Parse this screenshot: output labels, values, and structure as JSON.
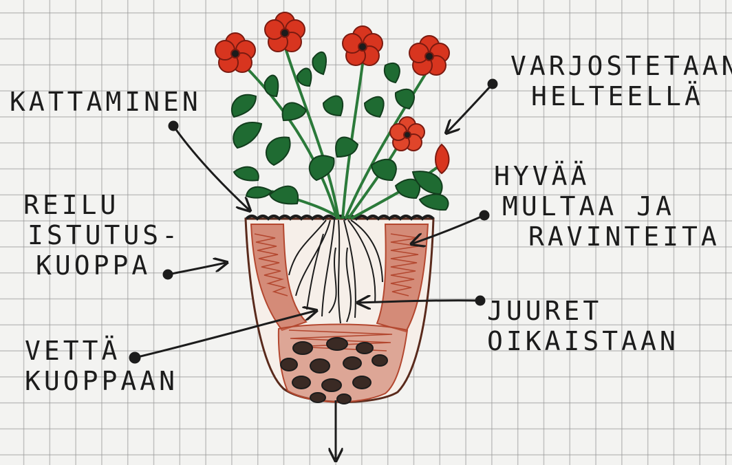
{
  "labels": {
    "covering": "KATTAMINEN",
    "shading": [
      "VARJOSTETAAN",
      "HELTEELLÄ"
    ],
    "soil": [
      "HYVÄÄ",
      "MULTAA JA",
      "RAVINTEITA"
    ],
    "hole": [
      "REILU",
      "ISTUTUS-",
      "KUOPPA"
    ],
    "roots": [
      "JUURET",
      "OIKAISTAAN"
    ],
    "water": [
      "VETTÄ",
      "KUOPPAAN"
    ]
  },
  "colors": {
    "ink": "#1c1c1c",
    "petal": "#d8351f",
    "petal_dark": "#a81e12",
    "leaf": "#1f6b32",
    "stem": "#2b7a3a",
    "soil": "#b3472f",
    "soil_outline": "#5a2a1c",
    "grid": "#9a9a9a",
    "paper": "#f3f3f1"
  }
}
